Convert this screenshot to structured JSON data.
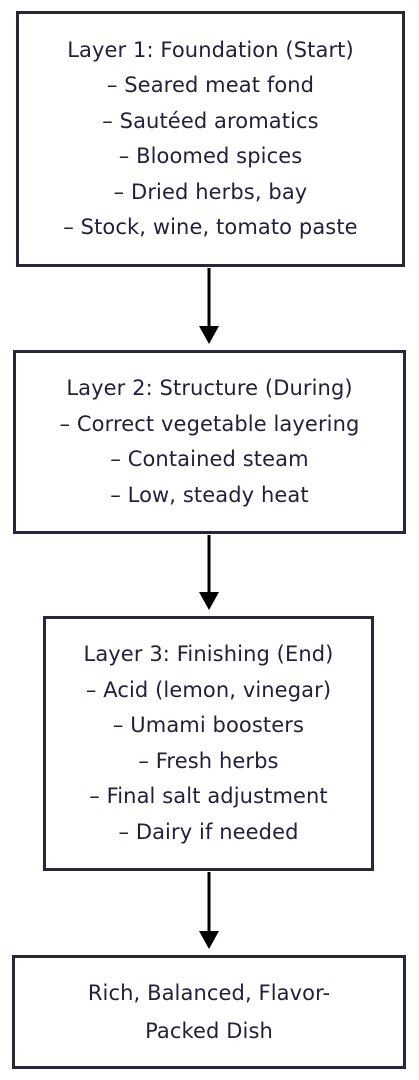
{
  "layers": [
    {
      "title": "Layer 1: Foundation (Start)",
      "items": [
        "– Seared meat fond",
        "– Sautéed aromatics",
        "– Bloomed spices",
        "– Dried herbs, bay",
        "– Stock, wine, tomato paste"
      ]
    },
    {
      "title": "Layer 2: Structure (During)",
      "items": [
        "– Correct vegetable layering",
        "– Contained steam",
        "– Low, steady heat"
      ]
    },
    {
      "title": "Layer 3: Finishing (End)",
      "items": [
        "– Acid (lemon, vinegar)",
        "– Umami boosters",
        "– Fresh herbs",
        "– Final salt adjustment",
        "– Dairy if needed"
      ]
    }
  ],
  "result": {
    "text": "Rich, Balanced, Flavor-Packed Dish"
  },
  "colors": {
    "border": "#2a2838",
    "text": "#22213a",
    "arrow": "#000000"
  }
}
